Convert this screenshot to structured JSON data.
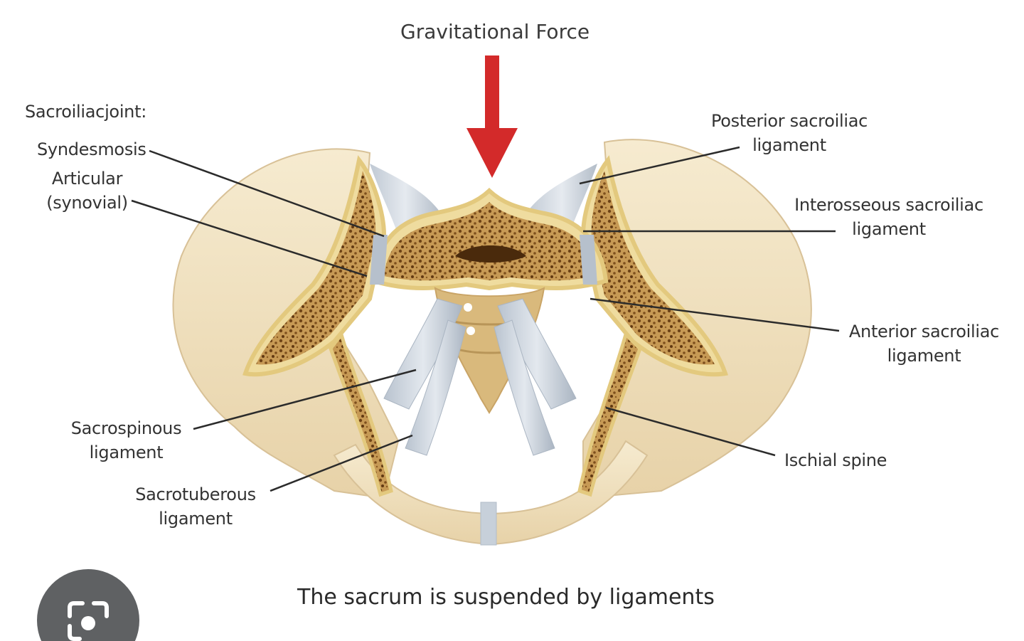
{
  "diagram": {
    "top_label": "Gravitational Force",
    "caption": "The sacrum is suspended by ligaments",
    "colors": {
      "arrow": "#d32a2a",
      "bone": "#f1e3c2",
      "bone_shadow": "#d9c29a",
      "cancellous": "#8a5a22",
      "cortical_rim": "#e9d59c",
      "ligament": "#c7d0da",
      "leader": "#2b2b2b"
    },
    "labels": {
      "sacroiliac_joint": "Sacroiliacjoint:",
      "syndesmosis": "Syndesmosis",
      "articular_line1": "Articular",
      "articular_line2": "(synovial)",
      "posterior_line1": "Posterior sacroiliac",
      "posterior_line2": "ligament",
      "interosseous_line1": "Interosseous sacroiliac",
      "interosseous_line2": "ligament",
      "anterior_line1": "Anterior sacroiliac",
      "anterior_line2": "ligament",
      "sacrospinous_line1": "Sacrospinous",
      "sacrospinous_line2": "ligament",
      "sacrotuberous_line1": "Sacrotuberous",
      "sacrotuberous_line2": "ligament",
      "ischial_spine": "Ischial spine"
    }
  },
  "overlay": {
    "lens_icon": "camera-search-icon"
  }
}
